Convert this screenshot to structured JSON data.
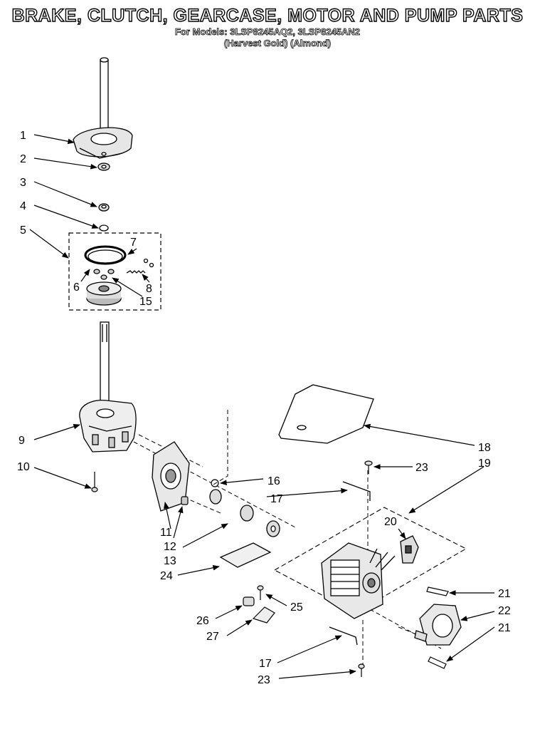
{
  "title": "BRAKE, CLUTCH, GEARCASE, MOTOR AND PUMP PARTS",
  "subtitle_models": "For Models: 3LSP8245AQ2, 3LSP8245AN2",
  "subtitle_colors": "(Harvest Gold) (Almond)",
  "callouts": [
    "1",
    "2",
    "3",
    "4",
    "5",
    "6",
    "7",
    "8",
    "15",
    "9",
    "10",
    "11",
    "12",
    "13",
    "16",
    "17",
    "18",
    "19",
    "23",
    "20",
    "21",
    "22",
    "24",
    "25",
    "26",
    "27",
    "21",
    "17",
    "23"
  ],
  "icons": [
    "spin-tube",
    "brake-assembly",
    "bearing",
    "washer",
    "retaining-ring",
    "clutch-kit",
    "gearcase",
    "screw",
    "motor",
    "pump",
    "bracket",
    "switch",
    "shield"
  ]
}
